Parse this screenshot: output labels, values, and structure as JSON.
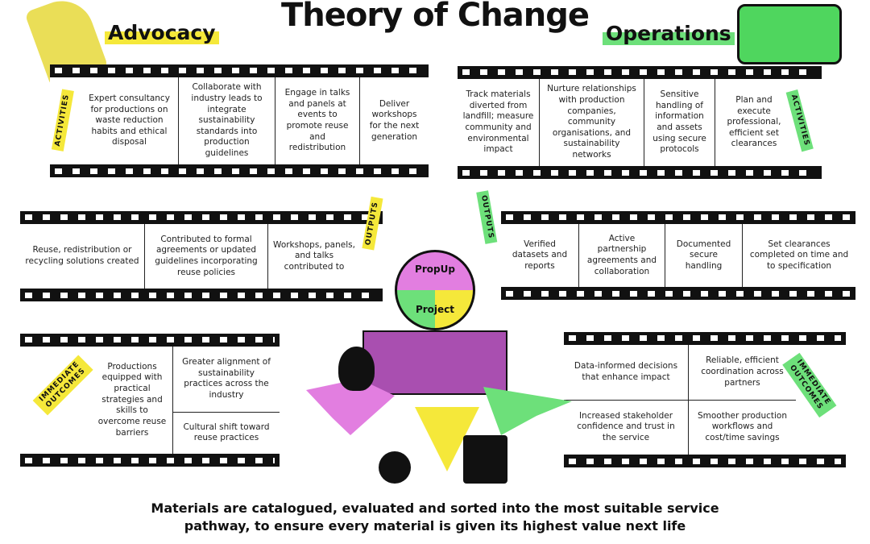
{
  "title": "Theory of Change",
  "advocacy": {
    "heading": "Advocacy",
    "activities_label": "ACTIVITIES",
    "activities": [
      "Expert consultancy for productions on waste reduction habits and ethical disposal",
      "Collaborate with industry leads to integrate sustainability standards into production guidelines",
      "Engage in talks and panels at events to promote reuse and redistribution",
      "Deliver workshops for the next generation"
    ],
    "outputs_label": "OUTPUTS",
    "outputs": [
      "Reuse, redistribution or recycling solutions created",
      "Contributed to formal agreements or updated guidelines incorporating reuse policies",
      "Workshops, panels, and talks contributed to"
    ],
    "outcomes_label": "IMMEDIATE OUTCOMES",
    "outcomes": [
      "Productions equipped with practical strategies and skills to overcome reuse barriers",
      "Greater alignment of sustainability practices across the industry",
      "Cultural shift toward reuse practices"
    ]
  },
  "operations": {
    "heading": "Operations",
    "activities_label": "ACTIVITIES",
    "activities": [
      "Track materials diverted from landfill; measure community and environmental impact",
      "Nurture relationships with production companies, community organisations, and sustainability networks",
      "Sensitive handling of information and assets using secure protocols",
      "Plan and execute professional, efficient set clearances"
    ],
    "outputs_label": "OUTPUTS",
    "outputs": [
      "Verified datasets and reports",
      "Active partnership agreements and collaboration",
      "Documented secure handling",
      "Set clearances completed on time and to specification"
    ],
    "outcomes_label": "IMMEDIATE OUTCOMES",
    "outcomes": [
      "Data-informed decisions that enhance impact",
      "Reliable, efficient coordination across partners",
      "Increased stakeholder confidence and trust in the service",
      "Smoother production workflows and cost/time savings"
    ]
  },
  "logo": {
    "line1": "PropUp",
    "line2": "Project"
  },
  "caption": {
    "line1": "Materials are catalogued, evaluated and sorted into the most suitable service",
    "line2": "pathway, to ensure every material is given its highest value next life"
  },
  "colors": {
    "advocacy": "#f5e83a",
    "operations": "#6de07a",
    "pink": "#e27ee0",
    "purple": "#a94fb0"
  }
}
